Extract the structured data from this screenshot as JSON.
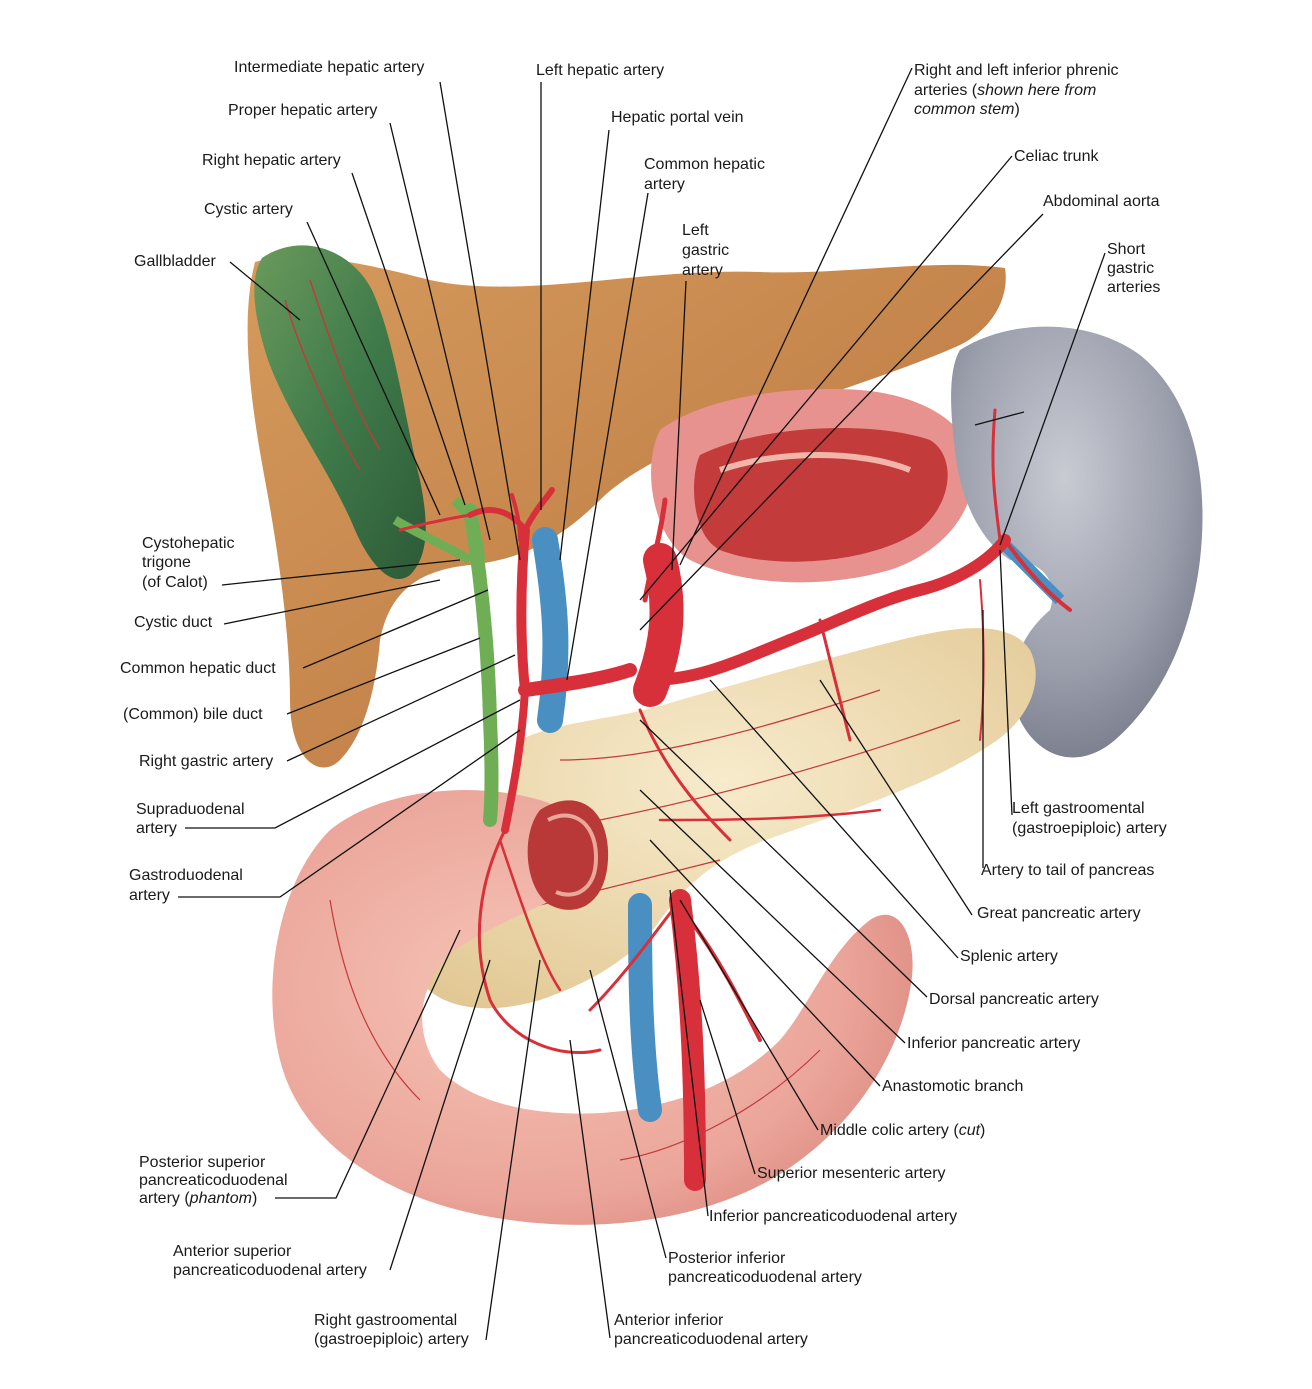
{
  "colors": {
    "artery": "#d8303a",
    "vein": "#4a8fc2",
    "duct": "#6fae55",
    "gallbladder": "#3f7a4a",
    "pancreas": "#efdcb0",
    "duodenum": "#eba59a",
    "spleen": "#8f93a2",
    "liver": "#c98a4f",
    "stomach": "#e7928e"
  },
  "labels": {
    "intermediate_hepatic": "Intermediate hepatic artery",
    "left_hepatic": "Left hepatic artery",
    "phrenic_1": "Right and left inferior phrenic",
    "phrenic_2a": "arteries (",
    "phrenic_2b": "shown here from",
    "phrenic_3": "common stem",
    "phrenic_3b": ")",
    "proper_hepatic": "Proper hepatic artery",
    "portal_vein": "Hepatic portal vein",
    "right_hepatic": "Right hepatic artery",
    "common_hepatic_1": "Common hepatic",
    "common_hepatic_2": "artery",
    "celiac": "Celiac trunk",
    "cystic_artery": "Cystic artery",
    "abdominal_aorta": "Abdominal aorta",
    "left_gastric_1": "Left",
    "left_gastric_2": "gastric",
    "left_gastric_3": "artery",
    "short_gastric_1": "Short",
    "short_gastric_2": "gastric",
    "short_gastric_3": "arteries",
    "gallbladder": "Gallbladder",
    "calot_1": "Cystohepatic",
    "calot_2": "trigone",
    "calot_3": "(of Calot)",
    "cystic_duct": "Cystic duct",
    "common_hepatic_duct": "Common hepatic duct",
    "bile_duct": "(Common) bile duct",
    "right_gastric": "Right gastric artery",
    "supraduodenal_1": "Supraduodenal",
    "supraduodenal_2": "artery",
    "gastroduodenal_1": "Gastroduodenal",
    "gastroduodenal_2": "artery",
    "left_gastroomental_1": "Left gastroomental",
    "left_gastroomental_2": "(gastroepiploic) artery",
    "tail_pancreas": "Artery to tail of pancreas",
    "great_pancreatic": "Great pancreatic artery",
    "splenic": "Splenic artery",
    "dorsal_pancreatic": "Dorsal pancreatic artery",
    "inferior_pancreatic": "Inferior pancreatic artery",
    "anastomotic": "Anastomotic branch",
    "middle_colic_a": "Middle colic artery (",
    "middle_colic_b": "cut",
    "middle_colic_c": ")",
    "sma": "Superior mesenteric artery",
    "ipda": "Inferior pancreaticoduodenal artery",
    "pspda_1": "Posterior superior",
    "pspda_2": "pancreaticoduodenal",
    "pspda_3a": "artery (",
    "pspda_3b": "phantom",
    "pspda_3c": ")",
    "pipda_1": "Posterior inferior",
    "pipda_2": "pancreaticoduodenal artery",
    "aspda_1": "Anterior superior",
    "aspda_2": "pancreaticoduodenal artery",
    "rgo_1": "Right gastroomental",
    "rgo_2": "(gastroepiploic) artery",
    "aipda_1": "Anterior inferior",
    "aipda_2": "pancreaticoduodenal artery"
  }
}
